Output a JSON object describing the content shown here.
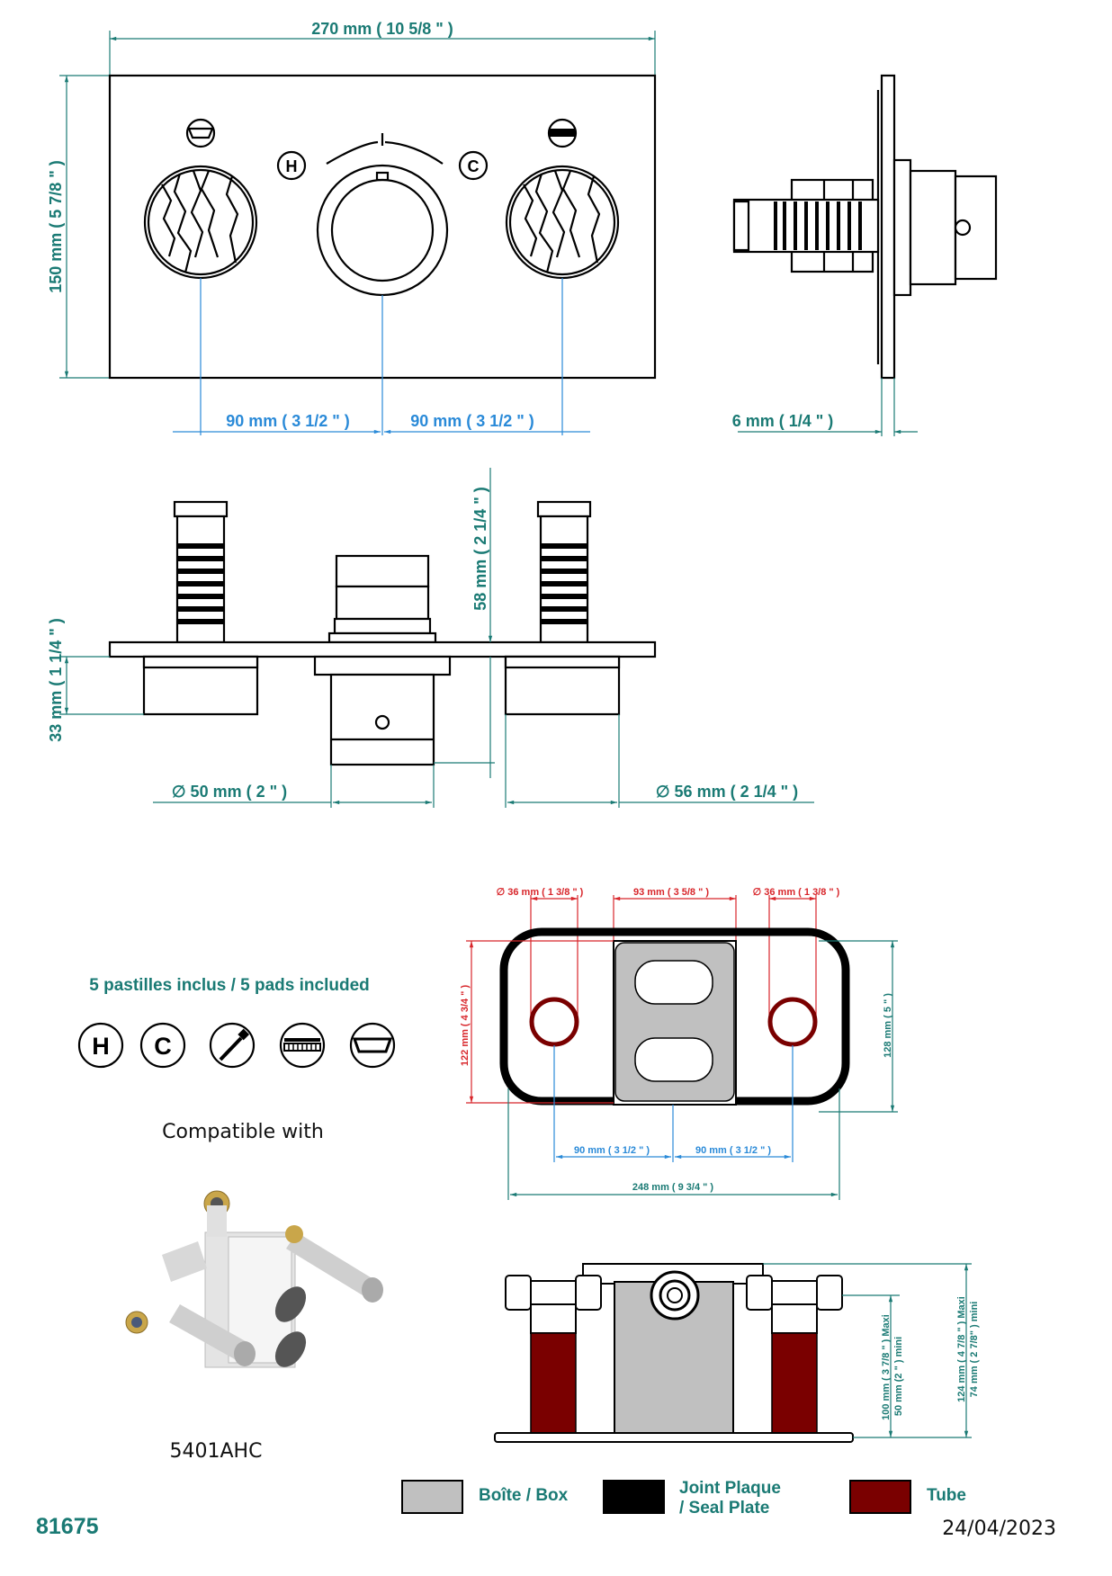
{
  "front_view": {
    "width_label": "270 mm ( 10 5/8 \" )",
    "height_label": "150 mm ( 5 7/8 \" )",
    "spacing_left_label": "90 mm ( 3 1/2 \" )",
    "spacing_right_label": "90 mm ( 3 1/2 \" )",
    "hot_label": "H",
    "cold_label": "C"
  },
  "side_view": {
    "thickness_label": "6 mm ( 1/4 \" )"
  },
  "top_view": {
    "projection_label": "58 mm ( 2 1/4 \" )",
    "depth_label": "33 mm ( 1 1/4 \" )",
    "center_diameter_label": "∅  50 mm ( 2 \" )",
    "side_diameter_label": "∅  56 mm ( 2 1/4 \" )"
  },
  "pads": {
    "title": "5 pastilles inclus / 5 pads included",
    "items": [
      {
        "icon": "hot-icon",
        "glyph": "H"
      },
      {
        "icon": "cold-icon",
        "glyph": "C"
      },
      {
        "icon": "hand-shower-icon",
        "glyph": ""
      },
      {
        "icon": "overhead-shower-icon",
        "glyph": ""
      },
      {
        "icon": "bath-tub-icon",
        "glyph": ""
      }
    ]
  },
  "compatibility": {
    "label": "Compatible with",
    "model": "5401AHC"
  },
  "box_plan": {
    "hole_left_label": "∅  36 mm ( 1 3/8 \" )",
    "center_width_label": "93 mm ( 3 5/8 \" )",
    "hole_right_label": "∅  36 mm ( 1 3/8 \" )",
    "inner_height_label": "122 mm ( 4 3/4 \" )",
    "outer_height_label": "128 mm ( 5 \" )",
    "spacing_left_label": "90 mm ( 3 1/2 \" )",
    "spacing_right_label": "90 mm ( 3 1/2 \" )",
    "total_width_label": "248 mm ( 9 3/4 \" )"
  },
  "box_section": {
    "depth_a_max": "100 mm ( 3 7/8 \" )  Maxi",
    "depth_a_min": "50 mm (2 \" ) mini",
    "depth_b_max": "124 mm ( 4 7/8 \" )  Maxi",
    "depth_b_min": "74 mm ( 2 7/8\" ) mini"
  },
  "legend": {
    "items": [
      {
        "label_line1": "Boîte / Box",
        "label_line2": "",
        "color": "#c0c0c0"
      },
      {
        "label_line1": "Joint Plaque",
        "label_line2": "/ Seal Plate",
        "color": "#000000"
      },
      {
        "label_line1": "Tube",
        "label_line2": "",
        "color": "#7a0000"
      }
    ]
  },
  "footer": {
    "product_code": "81675",
    "date": "24/04/2023"
  },
  "colors": {
    "teal": "#1a7a74",
    "blue": "#2a8ad8",
    "red": "#d8262b",
    "box_grey": "#c0c0c0",
    "tube_red": "#7a0000"
  }
}
